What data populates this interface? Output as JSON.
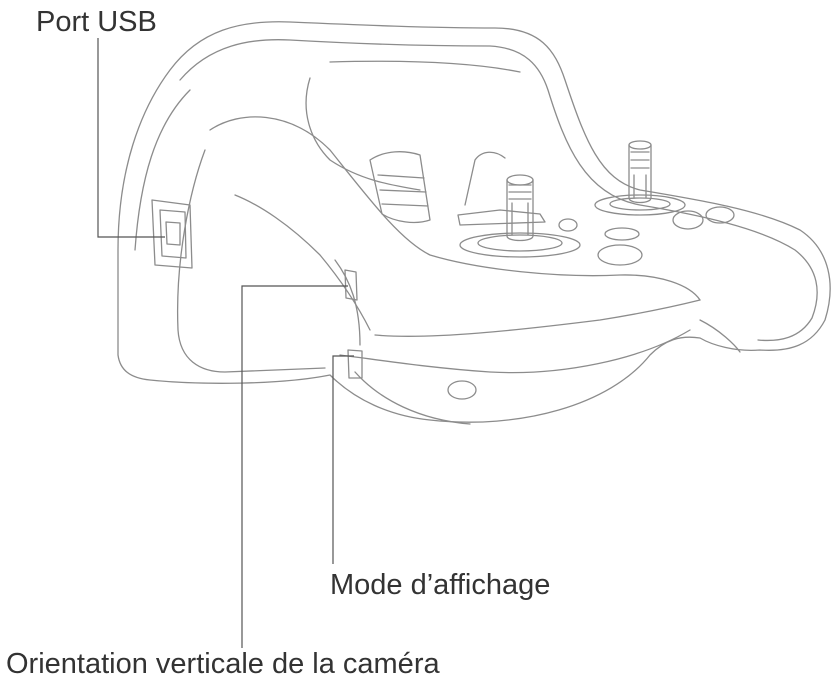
{
  "diagram": {
    "callouts": {
      "usb_port": "Port USB",
      "display_mode": "Mode d’affichage",
      "camera_tilt": "Orientation verticale de la caméra"
    },
    "colors": {
      "line": "#8c8c8c",
      "leader": "#555555",
      "text": "#333333"
    }
  }
}
